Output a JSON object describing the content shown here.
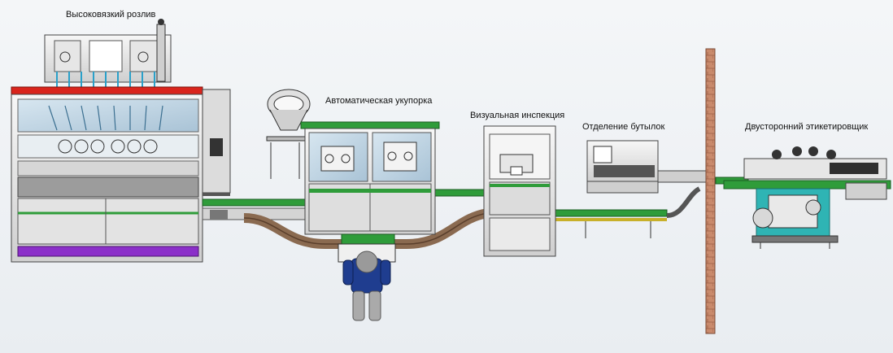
{
  "labels": {
    "filler": "Высоковязкий розлив",
    "capper": "Автоматическая укупорка",
    "inspection": "Визуальная инспекция",
    "separation": "Отделение бутылок",
    "labeler": "Двусторонний этикетировщик"
  },
  "colors": {
    "background": "#eef1f4",
    "frame": "#555555",
    "glass": "#b9d0e0",
    "red_bar": "#d9241c",
    "green_rail": "#2f9c3a",
    "purple_base": "#8b2fc9",
    "conveyor_belt": "#8a6a50",
    "wall": "#c9886a",
    "teal": "#2fb4b4",
    "operator_shirt": "#1f3d8f",
    "operator_head": "#9a9a9a"
  },
  "icons": [
    "operator-figure-icon",
    "hopper-icon",
    "separator-wall-icon"
  ]
}
